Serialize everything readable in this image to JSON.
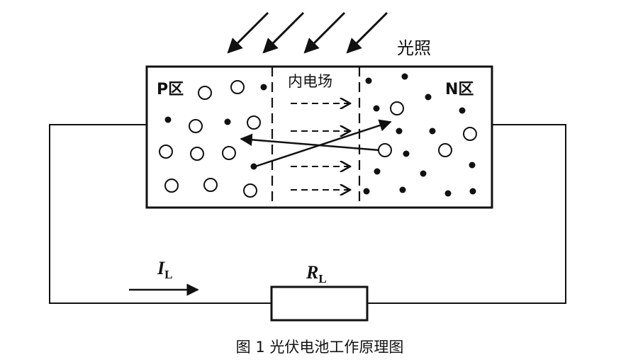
{
  "labels": {
    "light": "光照",
    "p_region": "P区",
    "n_region": "N区",
    "field": "内电场",
    "current_symbol": "I",
    "current_sub": "L",
    "resistor_symbol": "R",
    "resistor_sub": "L",
    "caption": "图 1  光伏电池工作原理图"
  }
}
